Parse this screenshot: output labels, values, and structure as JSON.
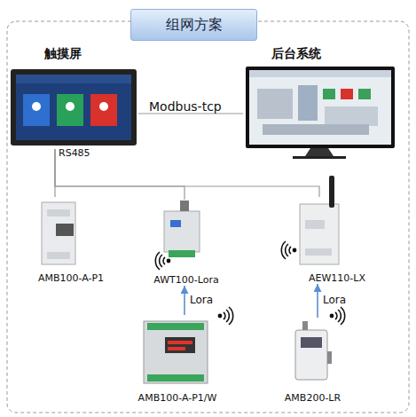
{
  "diagram": {
    "title": "组网方案",
    "nodes": [
      {
        "text": [
          "触摸屏"
        ]
      },
      {
        "text": [
          "后台系统"
        ]
      },
      {
        "text": [
          "AMB100-A-P1"
        ]
      },
      {
        "text": [
          "AWT100-Lora"
        ]
      },
      {
        "text": [
          "AEW110-LX"
        ]
      },
      {
        "text": [
          "AMB100-A-P1/W"
        ]
      },
      {
        "text": [
          "AMB200-LR"
        ]
      }
    ],
    "edges": [
      {
        "from": 0,
        "to": 1,
        "label": "Modbus-tcp",
        "arrow": "none"
      },
      {
        "from": 0,
        "to": 2,
        "arrow": "none"
      },
      {
        "from": 0,
        "to": 3,
        "arrow": "none"
      },
      {
        "from": 0,
        "to": 4,
        "arrow": "none"
      },
      {
        "from": 5,
        "to": 3,
        "label": "Lora",
        "arrow": "to"
      },
      {
        "from": 6,
        "to": 4,
        "label": "Lora",
        "arrow": "to"
      }
    ],
    "labels": [
      "RS485"
    ]
  }
}
